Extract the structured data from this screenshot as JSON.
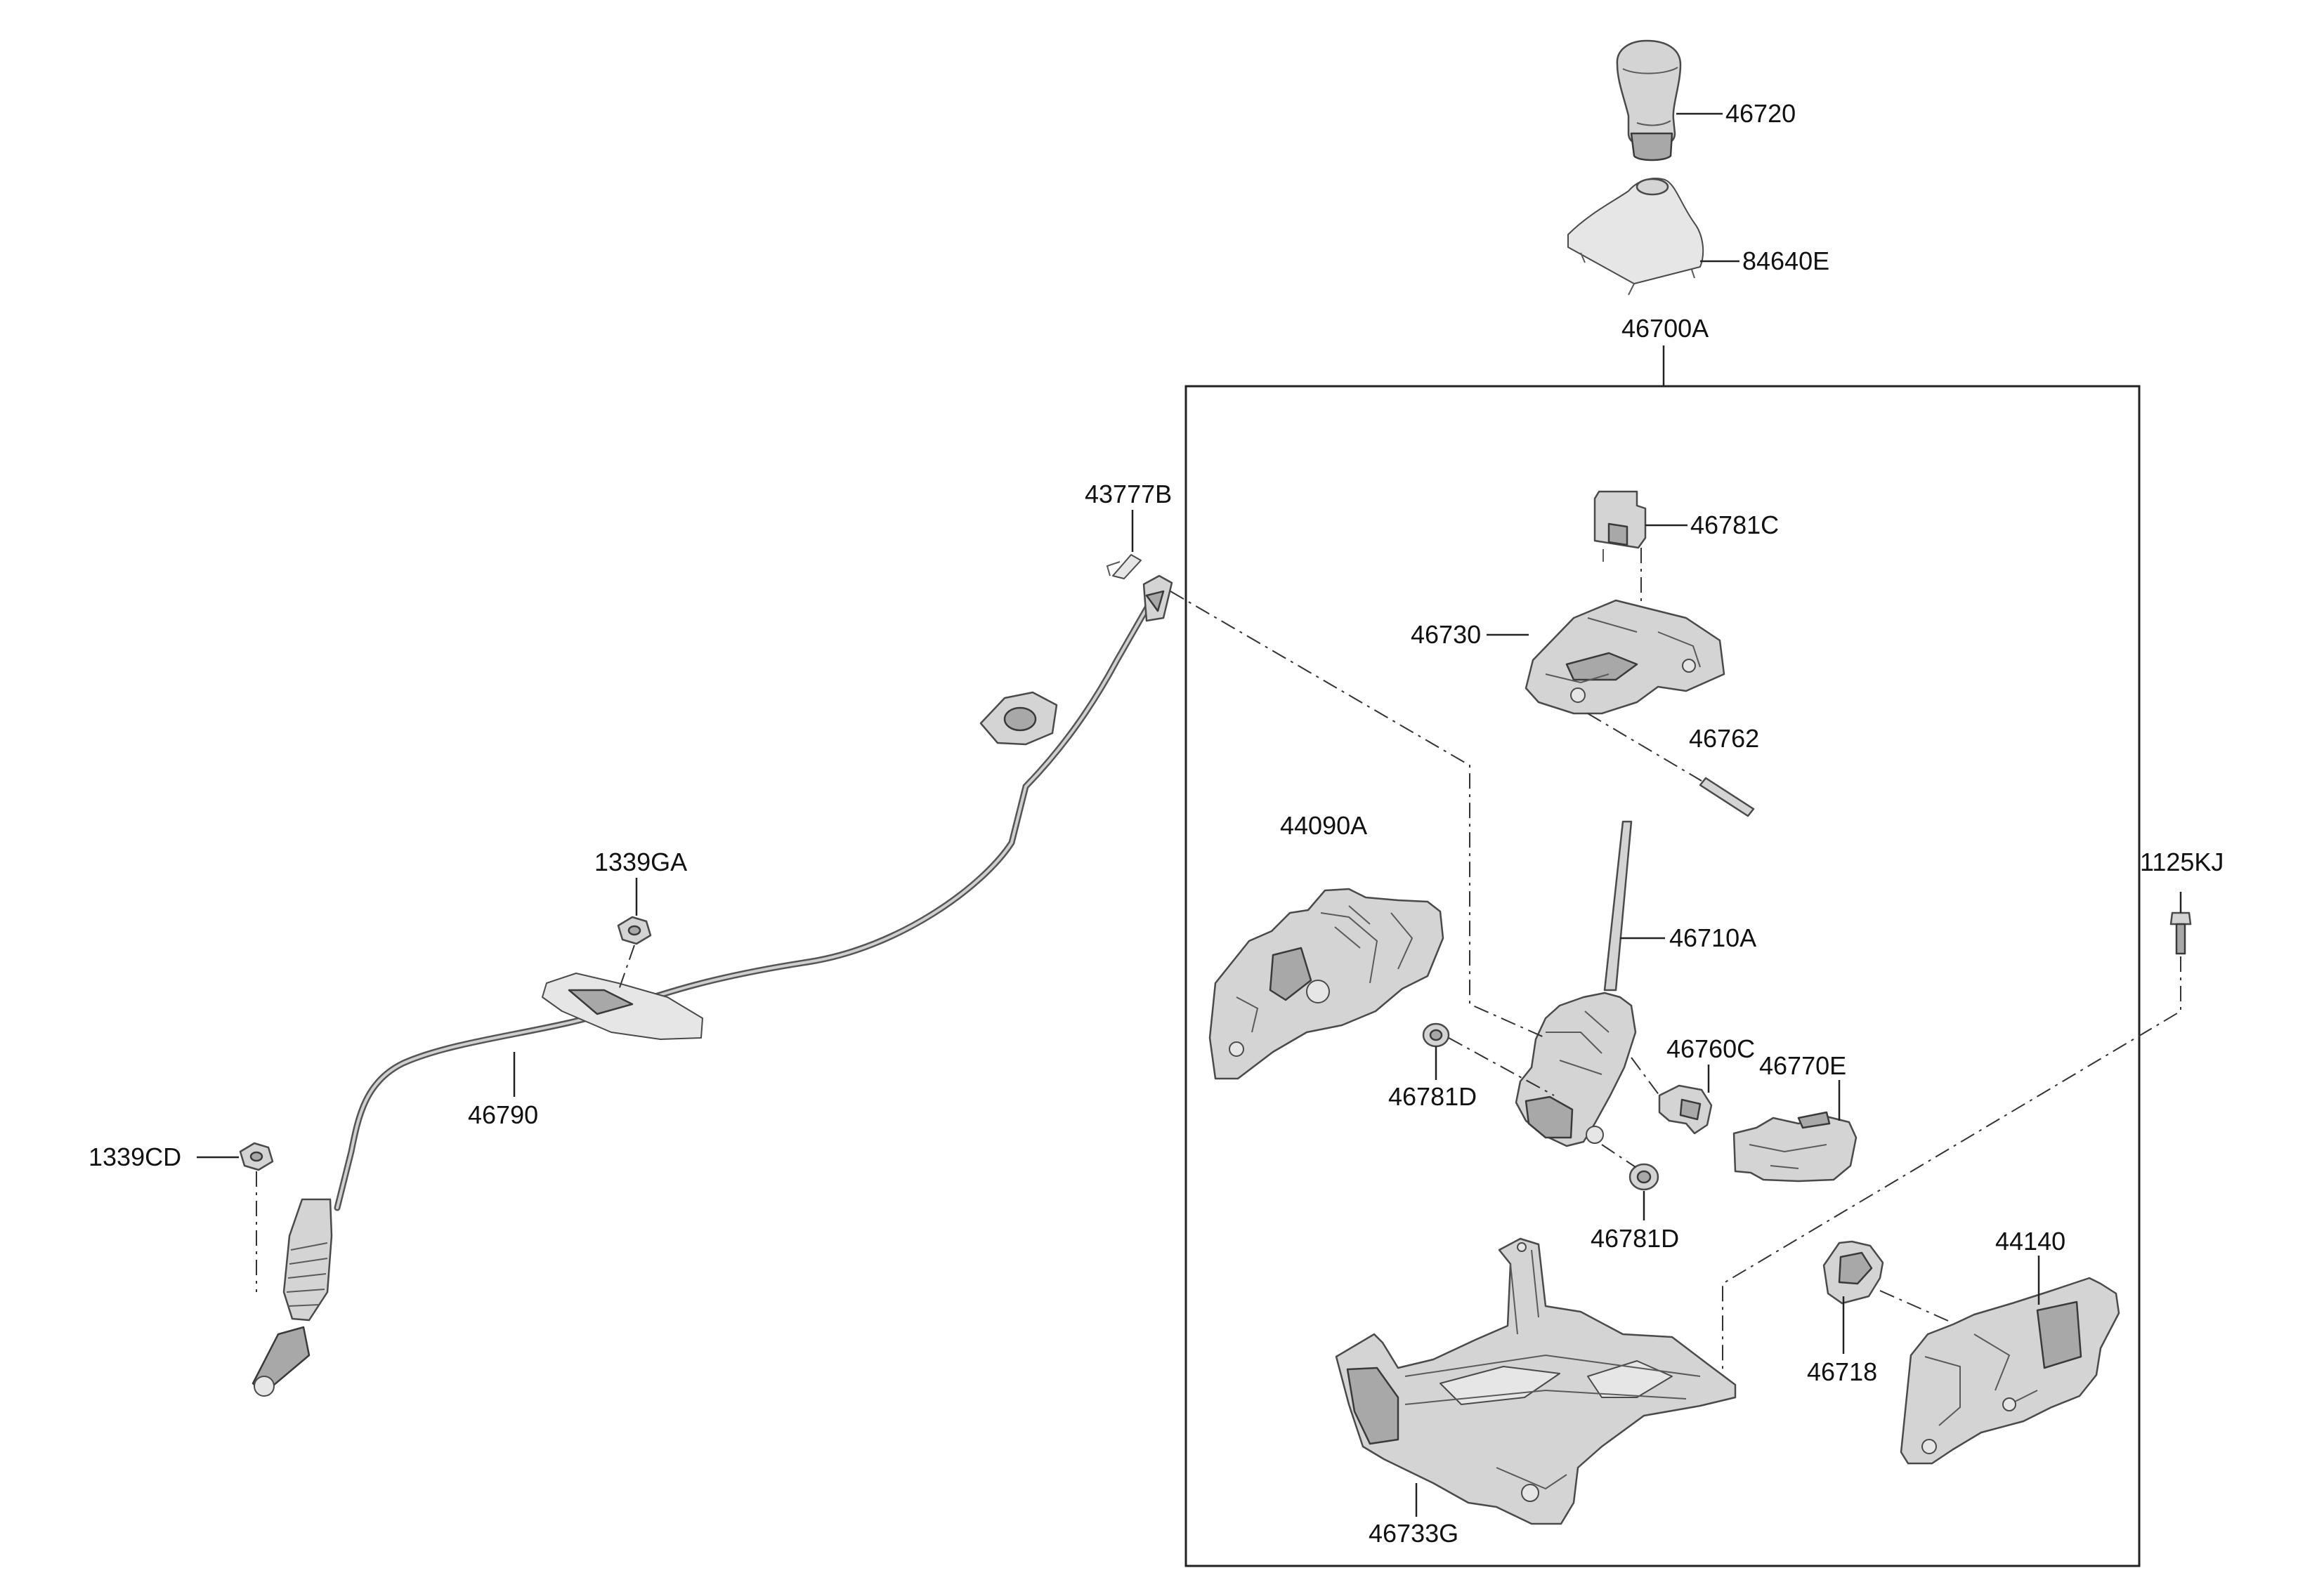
{
  "diagram": {
    "labels": {
      "p46720": "46720",
      "p84640E": "84640E",
      "p46700A": "46700A",
      "p43777B": "43777B",
      "p46781C": "46781C",
      "p46730": "46730",
      "p46762": "46762",
      "p1339GA": "1339GA",
      "p44090A": "44090A",
      "p1125KJ": "1125KJ",
      "p46710A": "46710A",
      "p46760C": "46760C",
      "p46770E": "46770E",
      "p46781D_a": "46781D",
      "p46781D_b": "46781D",
      "p46790": "46790",
      "p1339CD": "1339CD",
      "p44140": "44140",
      "p46718": "46718",
      "p46733G": "46733G"
    },
    "colors": {
      "part_fill": "#d4d4d4",
      "part_shade": "#a8a8a8",
      "outline": "#4a4a4a",
      "line": "#222222"
    }
  }
}
